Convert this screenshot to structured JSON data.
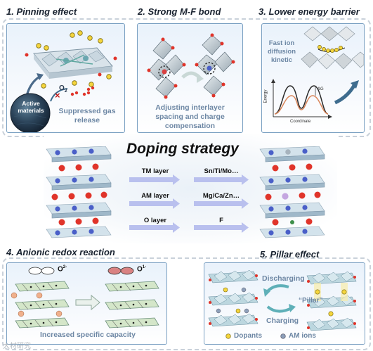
{
  "panels": {
    "p1": {
      "title": "1. Pinning effect",
      "active": "Active materials",
      "o2": "O",
      "o2_sub": "2",
      "caption": "Suppressed gas release"
    },
    "p2": {
      "title": "2. Strong M-F bond",
      "caption": "Adjusting interlayer spacing and charge compensation"
    },
    "p3": {
      "title": "3. Lower energy barrier",
      "caption": "Fast ion diffusion kinetic",
      "y_label": "Energy",
      "x_label": "Coordinate",
      "delta": "ΔG"
    },
    "p4": {
      "title": "4. Anionic redox reaction",
      "ion_left": "O",
      "ion_left_sup": "2-",
      "ion_right": "O",
      "ion_right_sup": "1-",
      "caption": "Increased specific capacity"
    },
    "p5": {
      "title": "5. Pillar effect",
      "discharging": "Discharging",
      "charging": "Charging",
      "pillar": "“Pillar”",
      "legend_dopants": "Dopants",
      "legend_am": "AM ions"
    }
  },
  "center": {
    "title": "Doping  strategy",
    "left_labels": [
      "TM layer",
      "AM layer",
      "O layer"
    ],
    "right_labels": [
      "Sn/Ti/Mo…",
      "Mg/Ca/Zn…",
      "F"
    ]
  },
  "watermark": "大材研究",
  "colors": {
    "dashed_border": "#c9d1da",
    "panel_border": "#7aa0c2",
    "caption": "#6d87a4",
    "arrow": "#b9c0ee",
    "oxygen": "#e0342a",
    "am_ion": "#4a5fc8",
    "dopant": "#f1d13a",
    "lattice": "#9fb8c9"
  }
}
